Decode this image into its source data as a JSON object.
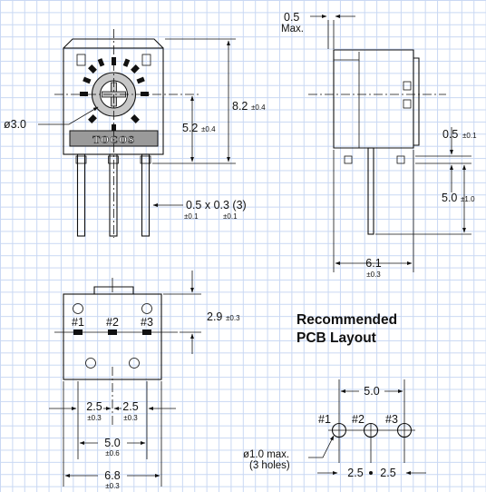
{
  "front": {
    "brand": "TOCOS",
    "shaft_dia": "ø3.0",
    "height": "8.2",
    "height_tol": "±0.4",
    "center_h": "5.2",
    "center_h_tol": "±0.4",
    "pin": "0.5 x 0.3 (3)",
    "pin_tol1": "±0.1",
    "pin_tol2": "±0.1"
  },
  "side": {
    "thick": "0.5",
    "thick_note": "Max.",
    "lead_w": "0.5",
    "lead_w_tol": "±0.1",
    "lead_len": "5.0",
    "lead_len_tol": "±1.0",
    "depth": "6.1",
    "depth_tol": "±0.3"
  },
  "bottom": {
    "pin1": "#1",
    "pin2": "#2",
    "pin3": "#3",
    "pin_off": "2.9",
    "pin_off_tol": "±0.3",
    "p_left": "2.5",
    "p_left_tol": "±0.3",
    "p_right": "2.5",
    "p_right_tol": "±0.3",
    "span": "5.0",
    "span_tol": "±0.6",
    "width": "6.8",
    "width_tol": "±0.3"
  },
  "pcb": {
    "title1": "Recommended",
    "title2": "PCB Layout",
    "span": "5.0",
    "pin1": "#1",
    "pin2": "#2",
    "pin3": "#3",
    "hole": "ø1.0 max.",
    "hole_count": "(3 holes)",
    "pitch_l": "2.5",
    "pitch_r": "2.5"
  }
}
